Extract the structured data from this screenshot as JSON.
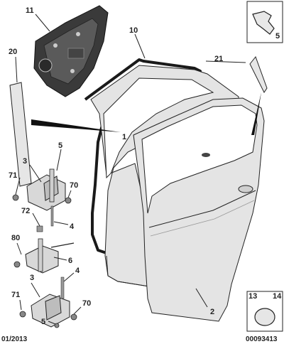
{
  "callouts": {
    "c1": "1",
    "c2": "2",
    "c3a": "3",
    "c3b": "3",
    "c4a": "4",
    "c4b": "4",
    "c5a": "5",
    "c5b": "5",
    "c5box": "5",
    "c6": "6",
    "c10": "10",
    "c11": "11",
    "c13": "13",
    "c14": "14",
    "c20": "20",
    "c21": "21",
    "c70a": "70",
    "c70b": "70",
    "c71a": "71",
    "c71b": "71",
    "c72": "72",
    "c80": "80"
  },
  "footer": {
    "date": "01/2013",
    "ref": "00093413"
  },
  "colors": {
    "panel": "#e4e4e4",
    "outline": "#222222",
    "dark": "#3a3a3a",
    "seal": "#1a1a1a"
  }
}
